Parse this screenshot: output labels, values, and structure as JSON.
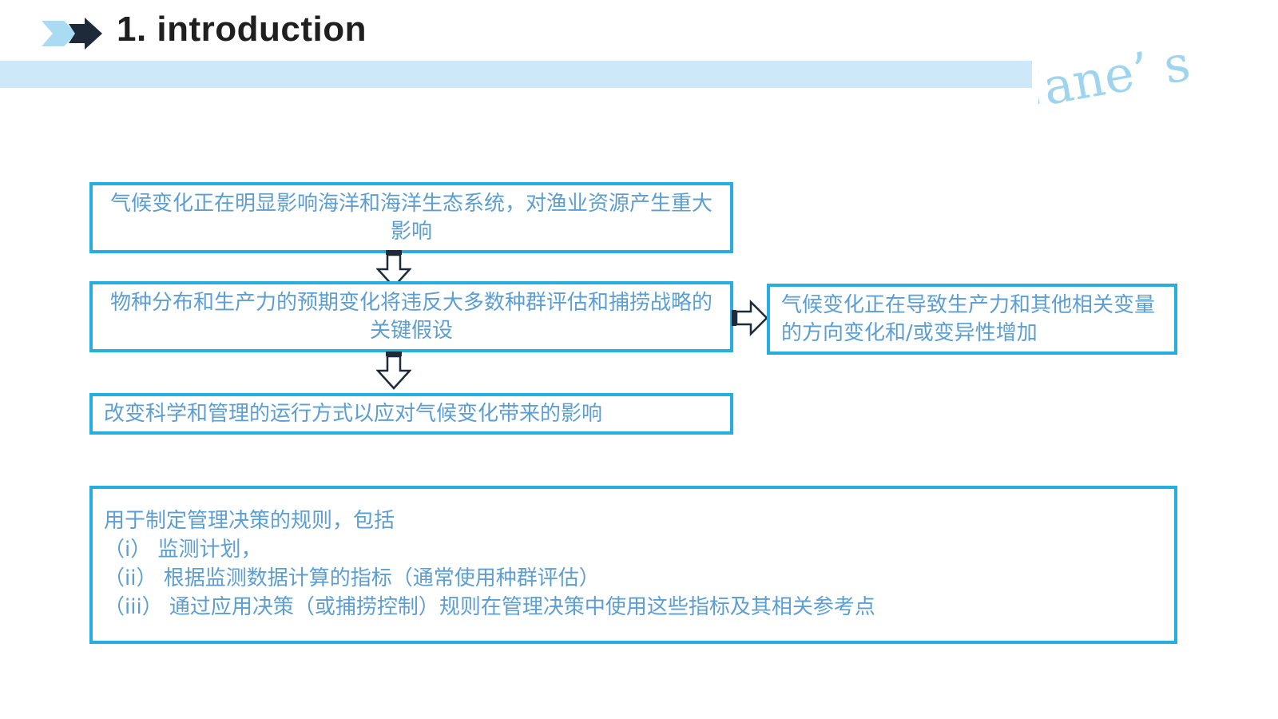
{
  "header": {
    "title": "1. introduction",
    "watermark": "Jane’ s"
  },
  "flow": {
    "box1": "气候变化正在明显影响海洋和海洋生态系统，对渔业资源产生重大影响",
    "box2": "物种分布和生产力的预期变化将违反大多数种群评估和捕捞战略的关键假设",
    "box3": "改变科学和管理的运行方式以应对气候变化带来的影响",
    "side_box": "气候变化正在导致生产力和其他相关变量的方向变化和/或变异性增加"
  },
  "rules": {
    "heading": "用于制定管理决策的规则，包括",
    "items": [
      "（i） 监测计划，",
      "（ii） 根据监测数据计算的指标（通常使用种群评估）",
      "（iii） 通过应用决策（或捕捞控制）规则在管理决策中使用这些指标及其相关参考点"
    ]
  },
  "colors": {
    "border": "#27aee0",
    "text": "#5d9ed1",
    "header_bar": "#cde8f8",
    "watermark": "#9fd4ef",
    "title": "#1f1f1f"
  },
  "icons": {
    "header": "double-chevron-arrow-icon",
    "flow_down": "hollow-down-arrow-icon",
    "flow_right": "hollow-right-arrow-icon"
  }
}
